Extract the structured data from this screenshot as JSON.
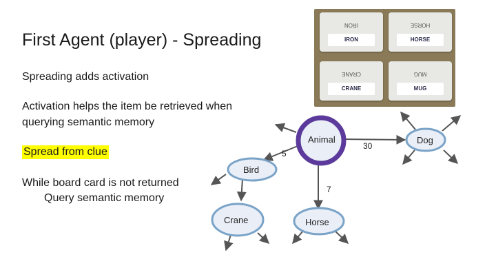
{
  "slide": {
    "title": "First Agent (player) - Spreading",
    "subtitle": "Spreading adds activation",
    "description": "Activation helps the item be retrieved when querying semantic memory",
    "clue_label": "Spread from clue",
    "loop_line1": "While board card is not returned",
    "loop_line2": "Query semantic memory"
  },
  "photo": {
    "cards": [
      {
        "flipped": "IRON",
        "label": "IRON"
      },
      {
        "flipped": "HORSE",
        "label": "HORSE"
      },
      {
        "flipped": "CRANE",
        "label": "CRANE"
      },
      {
        "flipped": "MUG",
        "label": "MUG"
      }
    ]
  },
  "graph": {
    "nodes": {
      "animal": "Animal",
      "bird": "Bird",
      "crane": "Crane",
      "horse": "Horse",
      "dog": "Dog"
    },
    "weights": {
      "animal_bird": "5",
      "animal_horse": "7",
      "animal_dog": "30"
    },
    "colors": {
      "node_fill": "#e9eef7",
      "node_stroke": "#7aa3c8",
      "active_stroke": "#5b3a9c",
      "edge": "#555555"
    }
  }
}
